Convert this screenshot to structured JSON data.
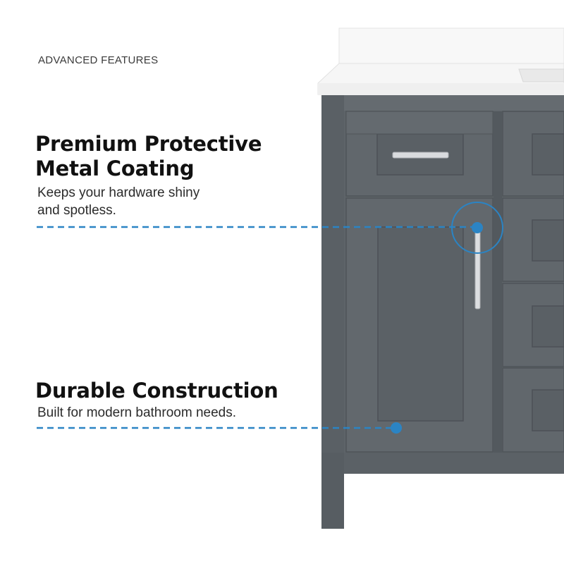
{
  "section_label": "ADVANCED FEATURES",
  "features": [
    {
      "title": "Premium Protective Metal Coating",
      "description": "Keeps your hardware shiny and spotless."
    },
    {
      "title": "Durable Construction",
      "description": "Built for modern bathroom needs."
    }
  ],
  "colors": {
    "accent": "#2b84c4",
    "cabinet": "#5d6368",
    "cabinet_dark": "#4d5257",
    "countertop": "#f7f7f7",
    "handle": "#d8dadd"
  }
}
